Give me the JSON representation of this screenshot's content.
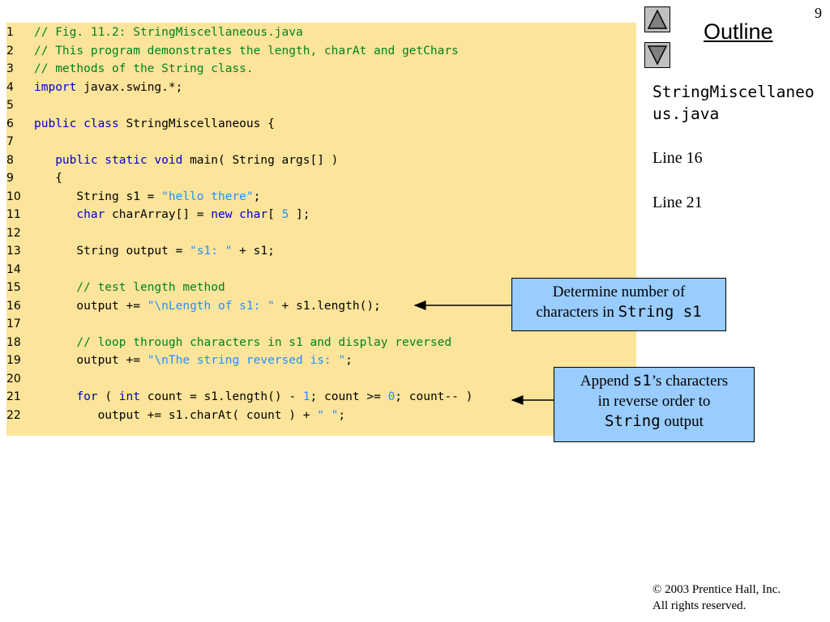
{
  "page_number": "9",
  "outline": {
    "title": "Outline",
    "filename": "StringMiscellaneous.java",
    "line_refs": [
      "Line 16",
      "Line 21"
    ]
  },
  "nav": {
    "up_icon": "triangle-up-icon",
    "down_icon": "triangle-down-icon"
  },
  "colors": {
    "code_background": "#fde49b",
    "keyword": "#0000cc",
    "comment": "#00821b",
    "string_literal": "#1e90ff",
    "callout_background": "#99ccff",
    "nav_button": "#c0c0c0"
  },
  "code": {
    "lines": [
      {
        "n": "1",
        "tokens": [
          {
            "t": "cm",
            "v": "// Fig. 11.2: StringMiscellaneous.java"
          }
        ]
      },
      {
        "n": "2",
        "tokens": [
          {
            "t": "cm",
            "v": "// This program demonstrates the length, charAt and getChars"
          }
        ]
      },
      {
        "n": "3",
        "tokens": [
          {
            "t": "cm",
            "v": "// methods of the String class."
          }
        ]
      },
      {
        "n": "4",
        "tokens": [
          {
            "t": "kw",
            "v": "import"
          },
          {
            "t": "tx",
            "v": " javax.swing.*;"
          }
        ]
      },
      {
        "n": "5",
        "tokens": []
      },
      {
        "n": "6",
        "tokens": [
          {
            "t": "kw",
            "v": "public class"
          },
          {
            "t": "tx",
            "v": " StringMiscellaneous {"
          }
        ]
      },
      {
        "n": "7",
        "tokens": []
      },
      {
        "n": "8",
        "tokens": [
          {
            "t": "tx",
            "v": "   "
          },
          {
            "t": "kw",
            "v": "public static void"
          },
          {
            "t": "tx",
            "v": " main( String args[] )"
          }
        ]
      },
      {
        "n": "9",
        "tokens": [
          {
            "t": "tx",
            "v": "   {"
          }
        ]
      },
      {
        "n": "10",
        "tokens": [
          {
            "t": "tx",
            "v": "      String s1 = "
          },
          {
            "t": "st",
            "v": "\"hello there\""
          },
          {
            "t": "tx",
            "v": ";"
          }
        ]
      },
      {
        "n": "11",
        "tokens": [
          {
            "t": "tx",
            "v": "      "
          },
          {
            "t": "kw",
            "v": "char"
          },
          {
            "t": "tx",
            "v": " charArray[] = "
          },
          {
            "t": "kw",
            "v": "new char"
          },
          {
            "t": "tx",
            "v": "[ "
          },
          {
            "t": "nm",
            "v": "5"
          },
          {
            "t": "tx",
            "v": " ];"
          }
        ]
      },
      {
        "n": "12",
        "tokens": []
      },
      {
        "n": "13",
        "tokens": [
          {
            "t": "tx",
            "v": "      String output = "
          },
          {
            "t": "st",
            "v": "\"s1: \""
          },
          {
            "t": "tx",
            "v": " + s1;"
          }
        ]
      },
      {
        "n": "14",
        "tokens": []
      },
      {
        "n": "15",
        "tokens": [
          {
            "t": "tx",
            "v": "      "
          },
          {
            "t": "cm",
            "v": "// test length method"
          }
        ]
      },
      {
        "n": "16",
        "tokens": [
          {
            "t": "tx",
            "v": "      output += "
          },
          {
            "t": "st",
            "v": "\"\\nLength of s1: \""
          },
          {
            "t": "tx",
            "v": " + s1.length();"
          }
        ]
      },
      {
        "n": "17",
        "tokens": []
      },
      {
        "n": "18",
        "tokens": [
          {
            "t": "tx",
            "v": "      "
          },
          {
            "t": "cm",
            "v": "// loop through characters in s1 and display reversed"
          }
        ]
      },
      {
        "n": "19",
        "tokens": [
          {
            "t": "tx",
            "v": "      output += "
          },
          {
            "t": "st",
            "v": "\"\\nThe string reversed is: \""
          },
          {
            "t": "tx",
            "v": ";"
          }
        ]
      },
      {
        "n": "20",
        "tokens": []
      },
      {
        "n": "21",
        "tokens": [
          {
            "t": "tx",
            "v": "      "
          },
          {
            "t": "kw",
            "v": "for"
          },
          {
            "t": "tx",
            "v": " ( "
          },
          {
            "t": "kw",
            "v": "int"
          },
          {
            "t": "tx",
            "v": " count = s1.length() - "
          },
          {
            "t": "nm",
            "v": "1"
          },
          {
            "t": "tx",
            "v": "; count >= "
          },
          {
            "t": "nm",
            "v": "0"
          },
          {
            "t": "tx",
            "v": "; count-- )"
          }
        ]
      },
      {
        "n": "22",
        "tokens": [
          {
            "t": "tx",
            "v": "         output += s1.charAt( count ) + "
          },
          {
            "t": "st",
            "v": "\" \""
          },
          {
            "t": "tx",
            "v": ";"
          }
        ]
      }
    ]
  },
  "callouts": {
    "length": {
      "line1": "Determine number of",
      "line2_text": "characters in ",
      "line2_code": "String s1"
    },
    "reverse": {
      "part1": "Append ",
      "part1_code": "s1",
      "part2": "’s characters",
      "line2": "in reverse order to",
      "line3_code": "String",
      "line3_text": " output"
    }
  },
  "footer": {
    "copyright": "© 2003 Prentice Hall, Inc.",
    "rights": "All rights reserved."
  }
}
